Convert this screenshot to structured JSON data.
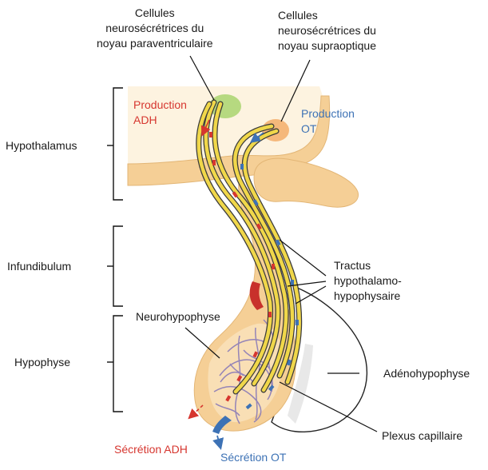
{
  "labels": {
    "cells_pvn": [
      "Cellules",
      "neurosécrétrices du",
      "noyau paraventriculaire"
    ],
    "cells_son": [
      "Cellules",
      "neurosécrétrices du",
      "noyau supraoptique"
    ],
    "production_adh": [
      "Production",
      "ADH"
    ],
    "production_ot": [
      "Production",
      "OT"
    ],
    "hypothalamus": "Hypothalamus",
    "infundibulum": "Infundibulum",
    "hypophyse": "Hypophyse",
    "neurohypophyse": "Neurohypophyse",
    "tractus": [
      "Tractus",
      "hypothalamo-",
      "hypophysaire"
    ],
    "adenohypophyse": "Adénohypophyse",
    "plexus": "Plexus capillaire",
    "secretion_adh": "Sécrétion ADH",
    "secretion_ot": "Sécrétion OT"
  },
  "colors": {
    "tissue": "#f5cf96",
    "tissue_light": "#f9dfb5",
    "hypothalamus_bg": "#fdf3e0",
    "adh_red": "#d6362f",
    "ot_blue": "#3d72b5",
    "nucleus_green": "#a9d46f",
    "nucleus_orange": "#f4b170",
    "axon_yellow": "#f0d74a",
    "capillary_purple": "#8a7bb8",
    "adeno_fill": "#ffffff"
  }
}
